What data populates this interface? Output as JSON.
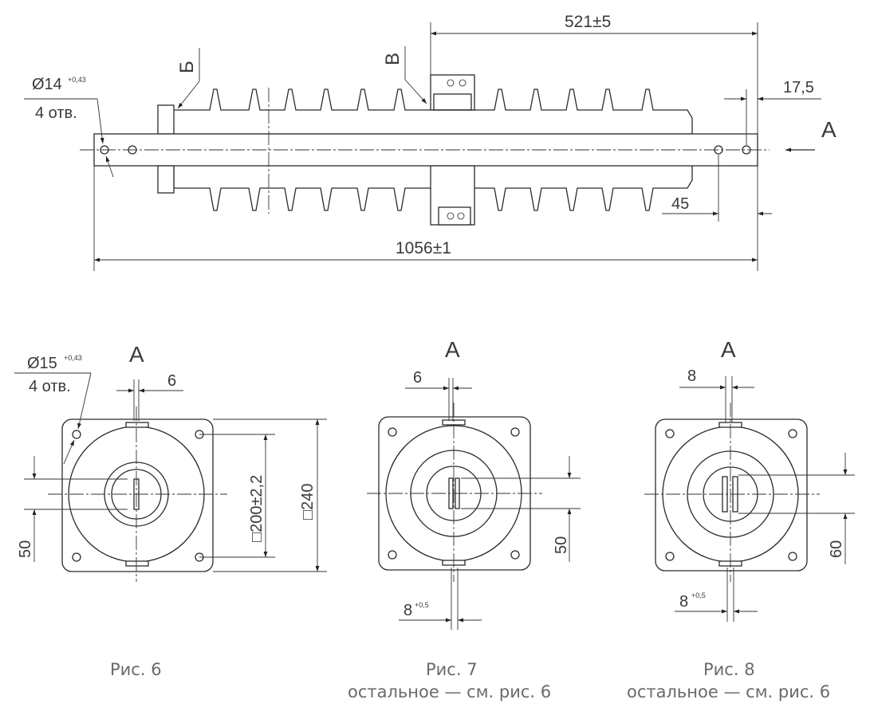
{
  "side_view": {
    "label_b": "Б",
    "label_v": "В",
    "hole_dia": "Ø14",
    "hole_tol": "+0,43",
    "hole_count": "4 отв.",
    "dim_521": "521±5",
    "dim_17_5": "17,5",
    "dim_45": "45",
    "dim_1056": "1056±1",
    "view_a": "А"
  },
  "fig6": {
    "view": "А",
    "hole_dia": "Ø15",
    "hole_tol": "+0,43",
    "hole_count": "4 отв.",
    "dim_slot": "6",
    "dim_50": "50",
    "dim_200": "□200±2,2",
    "dim_240": "□240",
    "caption": "Рис. 6"
  },
  "fig7": {
    "view": "А",
    "dim_slot": "6",
    "dim_50": "50",
    "dim_8": "8",
    "dim_8_tol": "+0,5",
    "caption": "Рис. 7",
    "note": "остальное — см. рис. 6"
  },
  "fig8": {
    "view": "А",
    "dim_slot": "8",
    "dim_60": "60",
    "dim_8": "8",
    "dim_8_tol": "+0,5",
    "caption": "Рис. 8",
    "note": "остальное — см. рис. 6"
  }
}
